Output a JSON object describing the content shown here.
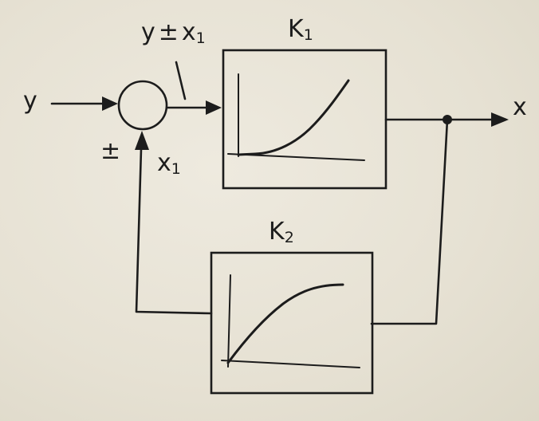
{
  "labels": {
    "input": "y",
    "sum_output": {
      "base": "y",
      "op": "±",
      "var": "x",
      "sub": "1"
    },
    "feedback": {
      "var": "x",
      "sub": "1"
    },
    "sign": "±",
    "block1": {
      "base": "K",
      "sub": "1"
    },
    "block2": {
      "base": "K",
      "sub": "2"
    },
    "output": "x"
  },
  "blocks": [
    {
      "id": "K1",
      "curve": "convex-increasing"
    },
    {
      "id": "K2",
      "curve": "concave-saturating"
    }
  ],
  "colors": {
    "ink": "#1c1c1c",
    "paper": "#e9e5d8"
  }
}
